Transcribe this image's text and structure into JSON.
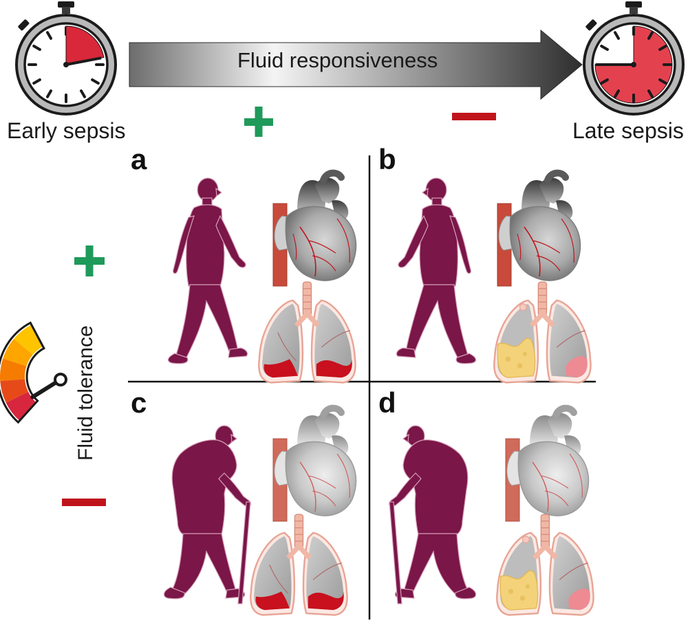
{
  "labels": {
    "early": "Early sepsis",
    "late": "Late sepsis",
    "responsiveness": "Fluid responsiveness",
    "tolerance": "Fluid tolerance"
  },
  "panels": {
    "a": "a",
    "b": "b",
    "c": "c",
    "d": "d"
  },
  "colors": {
    "figure": "#7a1648",
    "plus": "#1f9a5a",
    "minus": "#c0141c",
    "stopwatch_fill": "#d9283a",
    "heart_gray": "#9a9a9a",
    "aorta_red": "#c84a3a",
    "lung_fluid_red": "#c8101e",
    "lung_fluid_yellow": "#f3d27a"
  },
  "stopwatch_early_fraction": 0.22,
  "stopwatch_late_fraction": 0.75,
  "gauge_segments": [
    "#ffc400",
    "#ffa500",
    "#f57c00",
    "#e64a19",
    "#d7263d"
  ]
}
